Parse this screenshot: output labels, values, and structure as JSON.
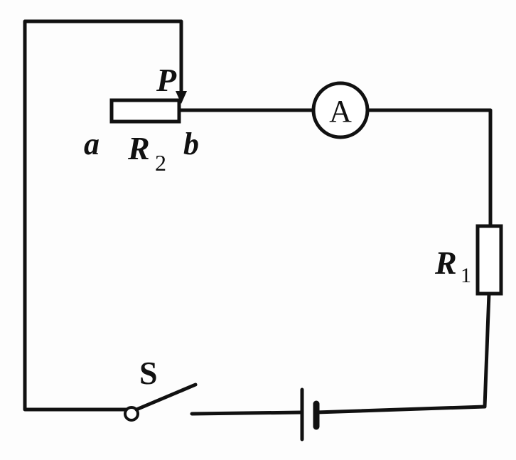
{
  "labels": {
    "slider": "P",
    "end_a": "a",
    "end_b": "b",
    "r2_main": "R",
    "r2_sub": "2",
    "ammeter": "A",
    "r1_main": "R",
    "r1_sub": "1",
    "switch": "S"
  },
  "colors": {
    "ink": "#111111",
    "background": "#fdfdfd"
  }
}
